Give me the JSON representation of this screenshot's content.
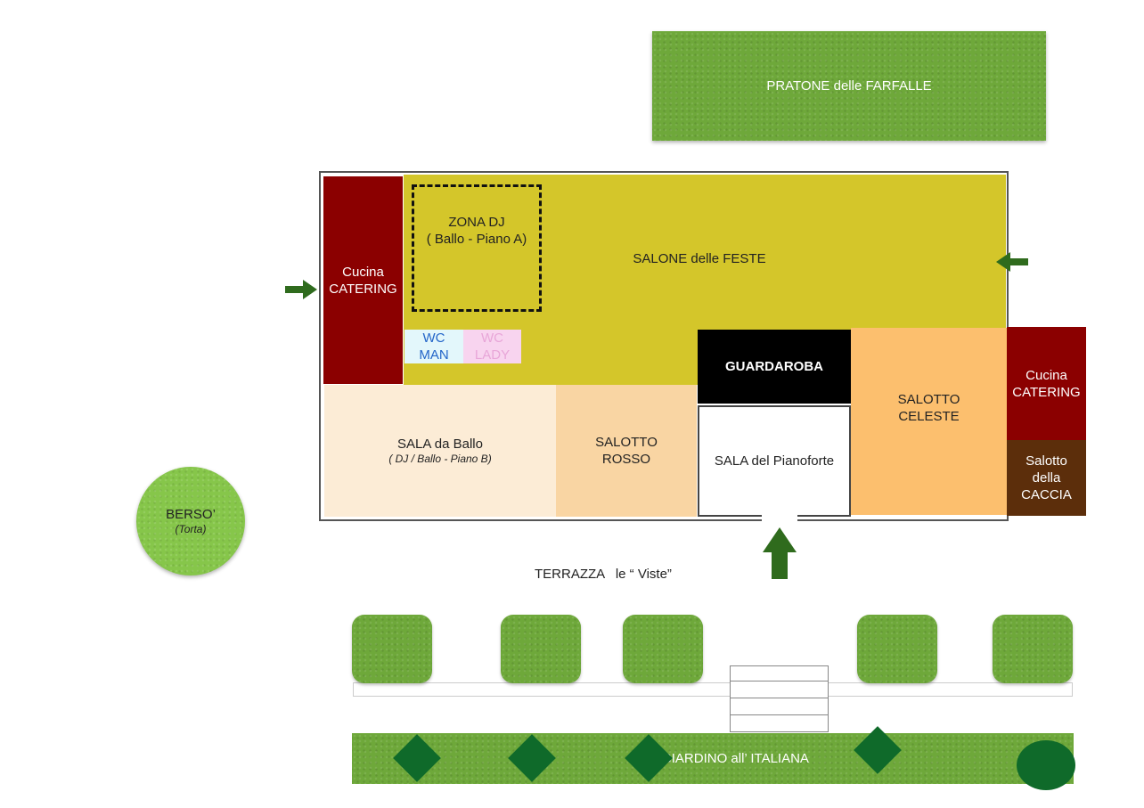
{
  "rooms": {
    "pratone": "PRATONE delle FARFALLE",
    "cucina_left": [
      "Cucina",
      "CATERING"
    ],
    "zona_dj": [
      "ZONA DJ",
      "( Ballo - Piano A)"
    ],
    "salone": "SALONE delle FESTE",
    "wc_man": [
      "WC",
      "MAN"
    ],
    "wc_lady": [
      "WC",
      "LADY"
    ],
    "guardaroba": "GUARDAROBA",
    "cucina_right": [
      "Cucina",
      "CATERING"
    ],
    "salotto_celeste": [
      "SALOTTO",
      "CELESTE"
    ],
    "salotto_caccia": [
      "Salotto",
      "della",
      "CACCIA"
    ],
    "sala_ballo": "SALA da Ballo",
    "sala_ballo_sub": "( DJ / Ballo - Piano B)",
    "salotto_rosso": [
      "SALOTTO",
      "ROSSO"
    ],
    "sala_pianoforte": "SALA del Pianoforte",
    "berso": "BERSO’",
    "berso_sub": "(Torta)",
    "terrazza": "TERRAZZA   le “ Viste”",
    "giardino": "GIARDINO all’ ITALIANA"
  },
  "colors": {
    "salone": "#d4c62a",
    "cucina": "#8b0000",
    "caccia": "#5c2e0b",
    "sala_ballo": "#fcecd6",
    "salotto_rosso": "#f9d5a3",
    "salotto_celeste": "#fcbf6e",
    "guardaroba": "#000000",
    "wc_man": "#e3f7fb",
    "wc_lady": "#f8d4ef",
    "grass": "#6ea83a",
    "arrow": "#2f6b1d",
    "diamond": "#0f6a2a"
  },
  "icons": [
    "arrow-right-icon",
    "arrow-left-icon",
    "arrow-up-icon",
    "hedge-icon",
    "diamond-shrub-icon",
    "round-shrub-icon"
  ]
}
